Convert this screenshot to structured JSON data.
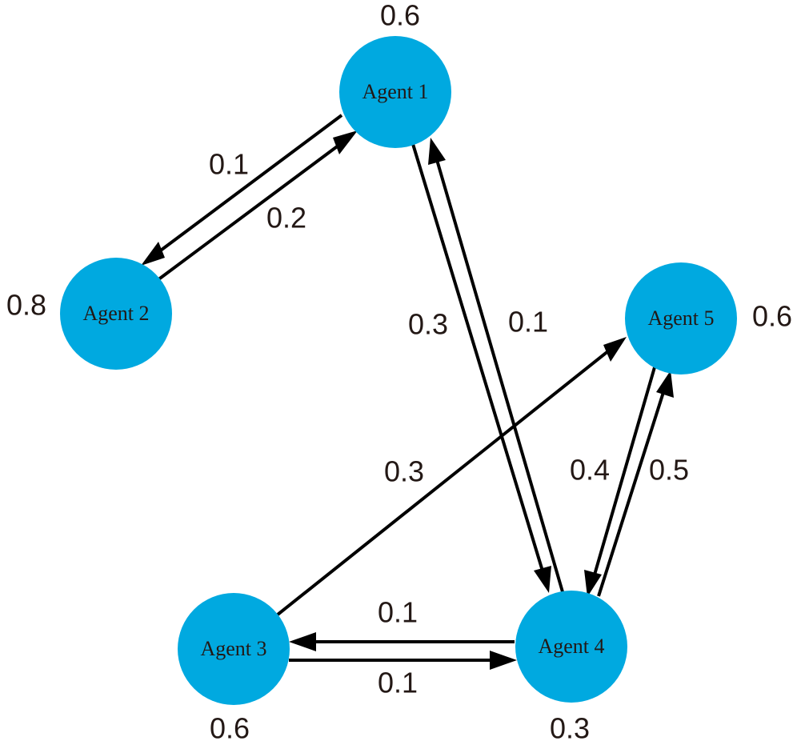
{
  "nodes": [
    {
      "id": "agent1",
      "label": "Agent 1",
      "value": "0.6"
    },
    {
      "id": "agent2",
      "label": "Agent 2",
      "value": "0.8"
    },
    {
      "id": "agent3",
      "label": "Agent 3",
      "value": "0.6"
    },
    {
      "id": "agent4",
      "label": "Agent 4",
      "value": "0.3"
    },
    {
      "id": "agent5",
      "label": "Agent 5",
      "value": "0.6"
    }
  ],
  "edges": [
    {
      "id": "e-1-2",
      "from": "agent1",
      "to": "agent2",
      "weight": "0.1"
    },
    {
      "id": "e-2-1",
      "from": "agent2",
      "to": "agent1",
      "weight": "0.2"
    },
    {
      "id": "e-1-4",
      "from": "agent1",
      "to": "agent4",
      "weight": "0.3"
    },
    {
      "id": "e-4-1",
      "from": "agent4",
      "to": "agent1",
      "weight": "0.1"
    },
    {
      "id": "e-3-5",
      "from": "agent3",
      "to": "agent5",
      "weight": "0.3"
    },
    {
      "id": "e-5-4",
      "from": "agent5",
      "to": "agent4",
      "weight": "0.4"
    },
    {
      "id": "e-4-5",
      "from": "agent4",
      "to": "agent5",
      "weight": "0.5"
    },
    {
      "id": "e-4-3",
      "from": "agent4",
      "to": "agent3",
      "weight": "0.1"
    },
    {
      "id": "e-3-4",
      "from": "agent3",
      "to": "agent4",
      "weight": "0.1"
    }
  ]
}
